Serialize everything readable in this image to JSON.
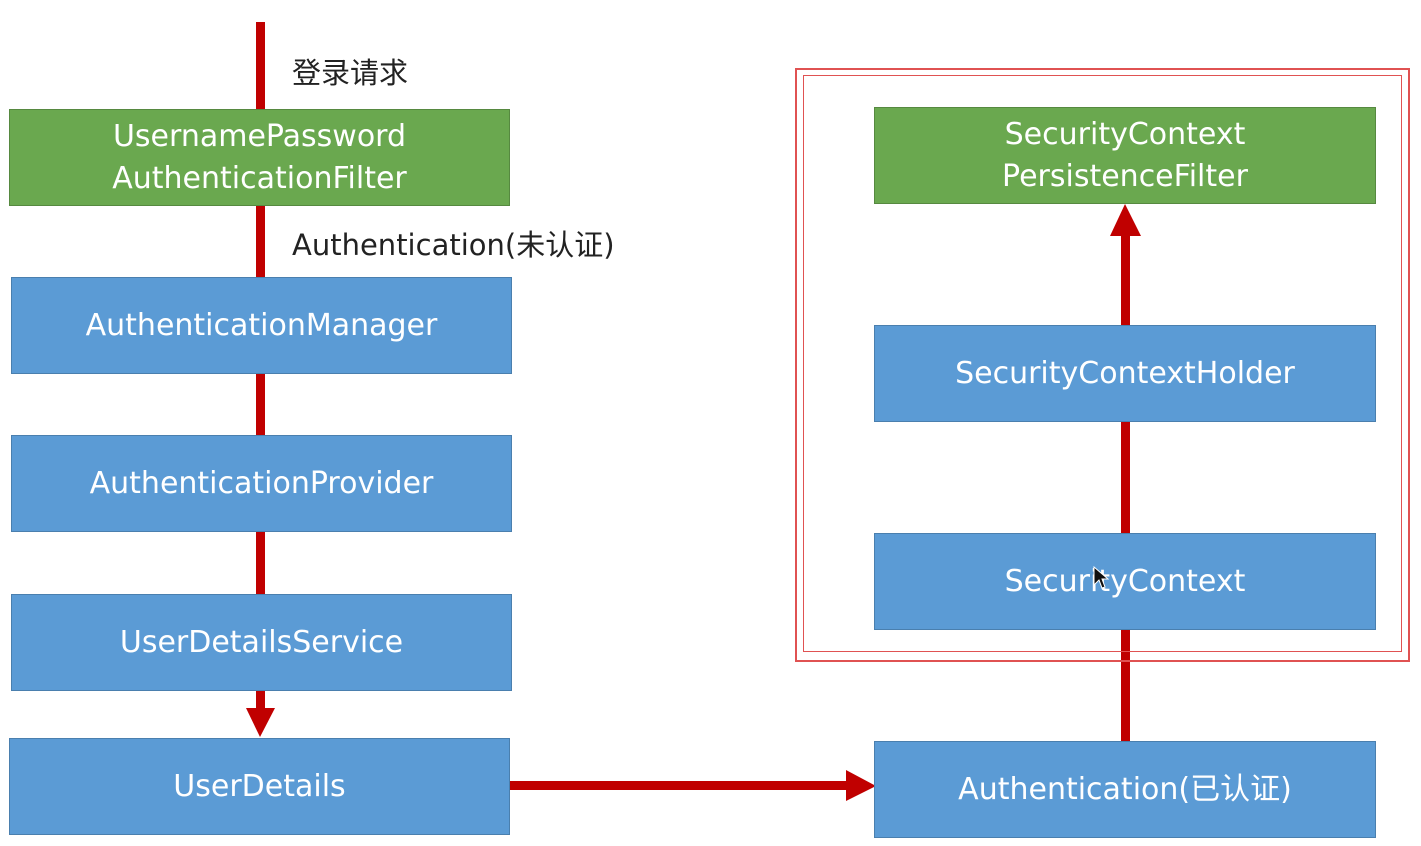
{
  "labels": {
    "login_request": "登录请求",
    "auth_unauthenticated": "Authentication(未认证)"
  },
  "left_chain": {
    "filter_line1": "UsernamePassword",
    "filter_line2": "AuthenticationFilter",
    "manager": "AuthenticationManager",
    "provider": "AuthenticationProvider",
    "user_details_service": "UserDetailsService",
    "user_details": "UserDetails"
  },
  "right_chain": {
    "persistence_line1": "SecurityContext",
    "persistence_line2": "PersistenceFilter",
    "holder": "SecurityContextHolder",
    "context": "SecurityContext",
    "authenticated": "Authentication(已认证)"
  },
  "colors": {
    "filter_green": "#6aa84f",
    "component_blue": "#5b9bd5",
    "arrow_red": "#c00000",
    "highlight_frame": "#e05252"
  }
}
